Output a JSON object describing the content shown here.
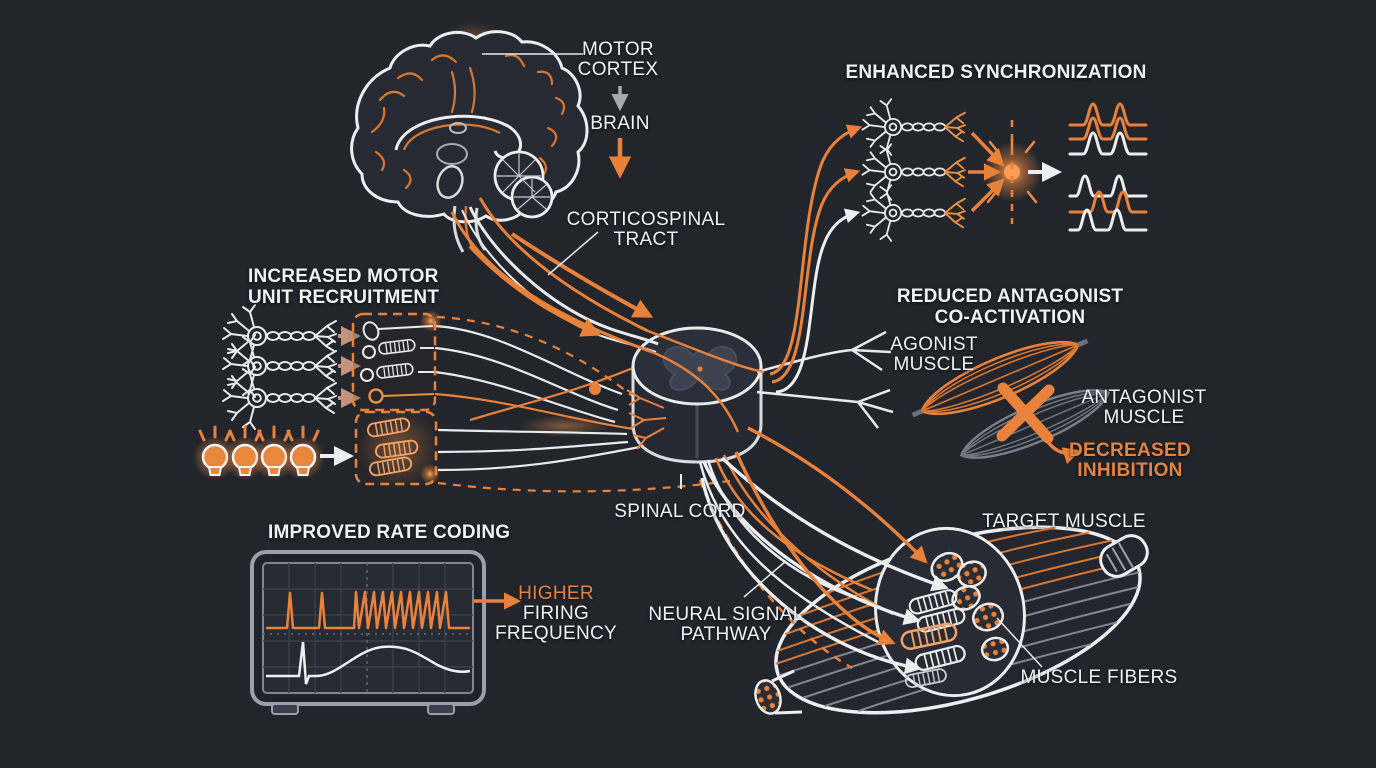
{
  "palette": {
    "background": "#22252C",
    "orange": "#E8813A",
    "orange_text": "#E28440",
    "white": "#F0F1F4",
    "gray_arrow": "#A6A9AD",
    "muted_arrow": "#C4937B",
    "antagonist_gray": "#7A808A"
  },
  "labels": {
    "motor_cortex": [
      "MOTOR",
      "CORTEX"
    ],
    "brain": "BRAIN",
    "corticospinal_tract": [
      "CORTICOSPINAL",
      "TRACT"
    ],
    "enhanced_sync_title": "ENHANCED SYNCHRONIZATION",
    "recruitment_title": [
      "INCREASED MOTOR",
      "UNIT RECRUITMENT"
    ],
    "reduced_antagonist_title": [
      "REDUCED ANTAGONIST",
      "CO-ACTIVATION"
    ],
    "agonist_muscle": [
      "AGONIST",
      "MUSCLE"
    ],
    "antagonist_muscle": [
      "ANTAGONIST",
      "MUSCLE"
    ],
    "decreased_inhibition": [
      "DECREASED",
      "INHIBITION"
    ],
    "rate_coding_title": "IMPROVED RATE CODING",
    "firing_annotation": [
      "HIGHER",
      "FIRING",
      "FREQUENCY"
    ],
    "spinal_cord": "SPINAL CORD",
    "neural_signal_pathway": [
      "NEURAL SIGNAL",
      "PATHWAY"
    ],
    "target_muscle": "TARGET MUSCLE",
    "muscle_fibers": "MUSCLE FIBERS"
  }
}
